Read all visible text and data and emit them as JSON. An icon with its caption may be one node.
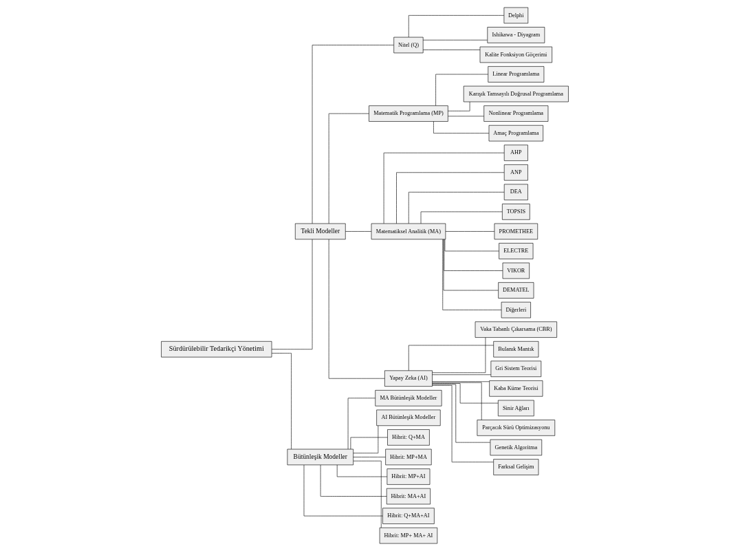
{
  "diagram": {
    "nodes": [
      {
        "text": [
          "Sürdürülebilir Tedarikçi Yönetimi"
        ]
      },
      {
        "text": [
          "Tekli Modeller"
        ]
      },
      {
        "text": [
          "Bütünleşik Modeller"
        ]
      },
      {
        "text": [
          "Nitel (Q)"
        ]
      },
      {
        "text": [
          "Matematik Programlama (MP)"
        ]
      },
      {
        "text": [
          "Matematiksel Analitik (MA)"
        ]
      },
      {
        "text": [
          "Yapay Zeka (AI)"
        ]
      },
      {
        "text": [
          "Delphi"
        ]
      },
      {
        "text": [
          "Ishikawa - Diyagram"
        ]
      },
      {
        "text": [
          "Kalite Fonksiyon Göçerimi"
        ]
      },
      {
        "text": [
          "Linear Programlama"
        ]
      },
      {
        "text": [
          "Karışık Tamsayılı Doğrusal Programlama"
        ]
      },
      {
        "text": [
          "Nonlinear Programlama"
        ]
      },
      {
        "text": [
          "Amaç Programlama"
        ]
      },
      {
        "text": [
          "AHP"
        ]
      },
      {
        "text": [
          "ANP"
        ]
      },
      {
        "text": [
          "DEA"
        ]
      },
      {
        "text": [
          "TOPSIS"
        ]
      },
      {
        "text": [
          "PROMETHEE"
        ]
      },
      {
        "text": [
          "ELECTRE"
        ]
      },
      {
        "text": [
          "VIKOR"
        ]
      },
      {
        "text": [
          "DEMATEL"
        ]
      },
      {
        "text": [
          "Diğerleri"
        ]
      },
      {
        "text": [
          "Vaka Tabanlı Çıkarsama (CBR)"
        ]
      },
      {
        "text": [
          "Bulanık Mantık"
        ]
      },
      {
        "text": [
          "Gri Sistem Teorisi"
        ]
      },
      {
        "text": [
          "Kaba Küme Teorisi"
        ]
      },
      {
        "text": [
          "Sinir Ağları"
        ]
      },
      {
        "text": [
          "Parçacık Sürü Optimizasyonu"
        ]
      },
      {
        "text": [
          "Genetik Algoritma"
        ]
      },
      {
        "text": [
          "Farksal Gelişim"
        ]
      },
      {
        "text": [
          "MA Bütünleşik Modeller"
        ]
      },
      {
        "text": [
          "AI Bütünleşik Modeller"
        ]
      },
      {
        "text": [
          "Hibrit: Q+MA"
        ]
      },
      {
        "text": [
          "Hibrit: MP+MA"
        ]
      },
      {
        "text": [
          "Hibrit: MP+AI"
        ]
      },
      {
        "text": [
          "Hibrit: MA+AI"
        ]
      },
      {
        "text": [
          "Hibrit: Q+MA+AI"
        ]
      },
      {
        "text": [
          "Hibrit: MP+ MA+ AI"
        ]
      }
    ],
    "edges": [
      {
        "from": 0,
        "to": 1,
        "arrow": "none"
      },
      {
        "from": 0,
        "to": 2,
        "arrow": "none"
      },
      {
        "from": 1,
        "to": 3,
        "arrow": "none"
      },
      {
        "from": 1,
        "to": 4,
        "arrow": "none"
      },
      {
        "from": 1,
        "to": 5,
        "arrow": "none"
      },
      {
        "from": 1,
        "to": 6,
        "arrow": "none"
      },
      {
        "from": 3,
        "to": 7,
        "arrow": "none"
      },
      {
        "from": 3,
        "to": 8,
        "arrow": "none"
      },
      {
        "from": 3,
        "to": 9,
        "arrow": "none"
      },
      {
        "from": 4,
        "to": 10,
        "arrow": "none"
      },
      {
        "from": 4,
        "to": 11,
        "arrow": "none"
      },
      {
        "from": 4,
        "to": 12,
        "arrow": "none"
      },
      {
        "from": 4,
        "to": 13,
        "arrow": "none"
      },
      {
        "from": 5,
        "to": 14,
        "arrow": "none"
      },
      {
        "from": 5,
        "to": 15,
        "arrow": "none"
      },
      {
        "from": 5,
        "to": 16,
        "arrow": "none"
      },
      {
        "from": 5,
        "to": 17,
        "arrow": "none"
      },
      {
        "from": 5,
        "to": 18,
        "arrow": "none"
      },
      {
        "from": 5,
        "to": 19,
        "arrow": "none"
      },
      {
        "from": 5,
        "to": 20,
        "arrow": "none"
      },
      {
        "from": 5,
        "to": 21,
        "arrow": "none"
      },
      {
        "from": 5,
        "to": 22,
        "arrow": "none"
      },
      {
        "from": 6,
        "to": 23,
        "arrow": "none"
      },
      {
        "from": 6,
        "to": 24,
        "arrow": "none"
      },
      {
        "from": 6,
        "to": 25,
        "arrow": "none"
      },
      {
        "from": 6,
        "to": 26,
        "arrow": "none"
      },
      {
        "from": 6,
        "to": 27,
        "arrow": "none"
      },
      {
        "from": 6,
        "to": 28,
        "arrow": "none"
      },
      {
        "from": 6,
        "to": 29,
        "arrow": "none"
      },
      {
        "from": 6,
        "to": 30,
        "arrow": "none"
      },
      {
        "from": 2,
        "to": 31,
        "arrow": "none"
      },
      {
        "from": 2,
        "to": 32,
        "arrow": "none"
      },
      {
        "from": 2,
        "to": 33,
        "arrow": "none"
      },
      {
        "from": 2,
        "to": 34,
        "arrow": "none"
      },
      {
        "from": 2,
        "to": 35,
        "arrow": "none"
      },
      {
        "from": 2,
        "to": 36,
        "arrow": "none"
      },
      {
        "from": 2,
        "to": 37,
        "arrow": "none"
      },
      {
        "from": 2,
        "to": 38,
        "arrow": "none"
      }
    ]
  }
}
